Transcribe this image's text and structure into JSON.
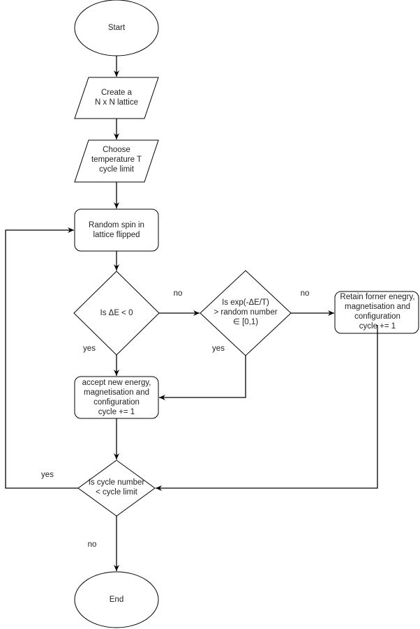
{
  "diagram": {
    "nodes": {
      "start": "Start",
      "create_lattice": "Create a\nN x N lattice",
      "choose_params": "Choose\ntemperature T\ncycle limit",
      "flip_spin": "Random spin in\nlattice flipped",
      "check_delta_e": "Is ΔE < 0",
      "check_boltzmann": "Is exp(-ΔE/T)\n> random number\n∈ [0,1)",
      "retain": "Retain forner enegry,\nmagnetisation and\nconfiguration\ncycle += 1",
      "accept": "accept new energy,\nmagnetisation and\nconfiguration\ncycle += 1",
      "check_cycle": "Is cycle number\n< cycle limit",
      "end": "End"
    },
    "edge_labels": {
      "delta_no": "no",
      "delta_yes": "yes",
      "boltz_no": "no",
      "boltz_yes": "yes",
      "cycle_yes": "yes",
      "cycle_no": "no"
    }
  }
}
